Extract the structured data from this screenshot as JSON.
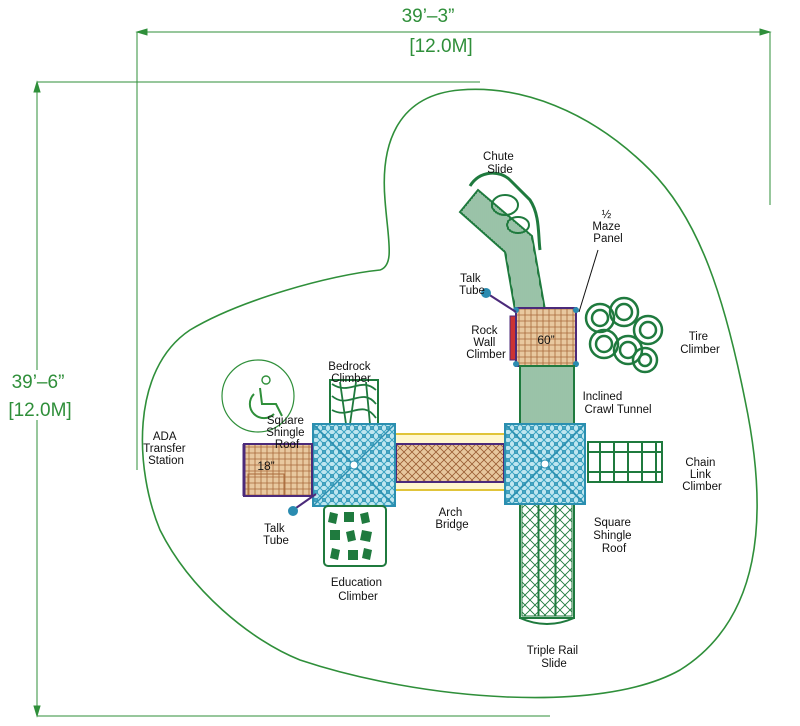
{
  "dimensions": {
    "width_ft": "39’–3”",
    "width_m": "[12.0M]",
    "height_ft": "39’–6”",
    "height_m": "[12.0M]"
  },
  "labels": {
    "chute_slide": [
      "Chute",
      "Slide"
    ],
    "half_maze_panel": [
      "½",
      "Maze",
      "Panel"
    ],
    "talk_tube_top": [
      "Talk",
      "Tube"
    ],
    "rock_wall_climber": [
      "Rock",
      "Wall",
      "Climber"
    ],
    "tire_climber": [
      "Tire",
      "Climber"
    ],
    "bedrock_climber": [
      "Bedrock",
      "Climber"
    ],
    "inclined_crawl_tunnel": [
      "Inclined",
      "Crawl Tunnel"
    ],
    "ada_transfer_station": [
      "ADA",
      "Transfer",
      "Station"
    ],
    "square_shingle_roof_left": [
      "Square",
      "Shingle",
      "Roof"
    ],
    "chain_link_climber": [
      "Chain",
      "Link",
      "Climber"
    ],
    "talk_tube_bottom": [
      "Talk",
      "Tube"
    ],
    "arch_bridge": [
      "Arch",
      "Bridge"
    ],
    "square_shingle_roof_right": [
      "Square",
      "Shingle",
      "Roof"
    ],
    "education_climber": [
      "Education",
      "Climber"
    ],
    "triple_rail_slide": [
      "Triple Rail",
      "Slide"
    ]
  },
  "deck_heights": {
    "right_deck": "60”",
    "left_deck": "18”"
  },
  "colors": {
    "boundary": "#2f8f3a",
    "slide_green": "#1f7a3e",
    "roof_blue": "#5ab6cf",
    "deck_tan": "#c9905a",
    "rail_purple": "#4b2a7a",
    "talk_tube_blue": "#2a8bb0",
    "bridge_yellow": "#e0c43a"
  }
}
